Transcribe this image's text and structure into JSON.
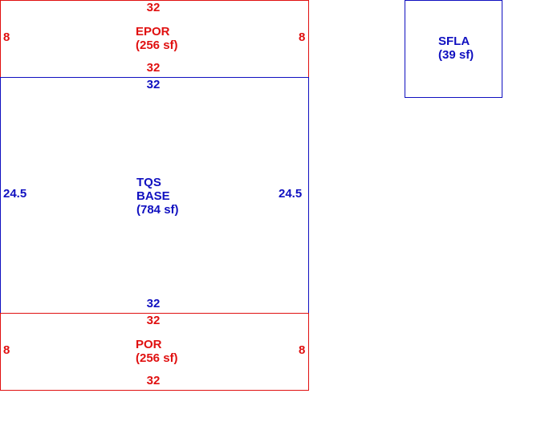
{
  "colors": {
    "porch": "#e01010",
    "living": "#1010c0"
  },
  "areas": [
    {
      "code": "EPOR",
      "area": "(256 sf)",
      "dims": {
        "top": "32",
        "bottom": "32",
        "left": "8",
        "right": "8"
      }
    },
    {
      "code": "TQS",
      "code2": "BASE",
      "area": "(784 sf)",
      "dims": {
        "top": "32",
        "bottom": "32",
        "left": "24.5",
        "right": "24.5"
      }
    },
    {
      "code": "POR",
      "area": "(256 sf)",
      "dims": {
        "top": "32",
        "bottom": "32",
        "left": "8",
        "right": "8"
      }
    },
    {
      "code": "SFLA",
      "area": "(39 sf)"
    }
  ]
}
